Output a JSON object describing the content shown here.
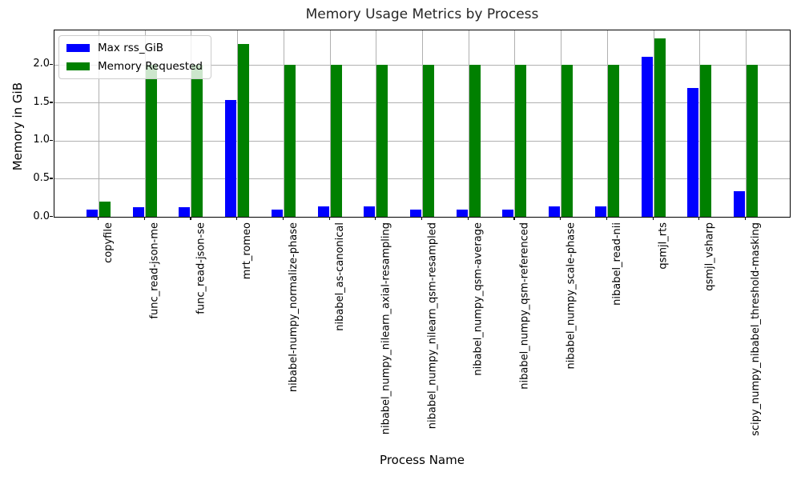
{
  "chart_data": {
    "type": "bar",
    "title": "Memory Usage Metrics by Process",
    "xlabel": "Process Name",
    "ylabel": "Memory in GiB",
    "ylim": [
      0,
      2.45
    ],
    "yticks": [
      "0.0",
      "0.5",
      "1.0",
      "1.5",
      "2.0"
    ],
    "grid": true,
    "legend_position": "upper left",
    "categories": [
      "copyfile",
      "func_read-json-me",
      "func_read-json-se",
      "mrt_romeo",
      "nibabel-numpy_normalize-phase",
      "nibabel_as-canonical",
      "nibabel_numpy_nilearn_axial-resampling",
      "nibabel_numpy_nilearn_qsm-resampled",
      "nibabel_numpy_qsm-average",
      "nibabel_numpy_qsm-referenced",
      "nibabel_numpy_scale-phase",
      "nibabel_read-nii",
      "qsmjl_rts",
      "qsmjl_vsharp",
      "scipy_numpy_nibabel_threshold-masking"
    ],
    "series": [
      {
        "name": "Max rss_GiB",
        "color": "#0000ff",
        "values": [
          0.1,
          0.13,
          0.13,
          1.54,
          0.1,
          0.14,
          0.14,
          0.1,
          0.1,
          0.1,
          0.14,
          0.14,
          2.1,
          1.69,
          0.34
        ]
      },
      {
        "name": "Memory Requested",
        "color": "#008000",
        "values": [
          0.2,
          2.0,
          2.0,
          2.27,
          2.0,
          2.0,
          2.0,
          2.0,
          2.0,
          2.0,
          2.0,
          2.0,
          2.35,
          2.0,
          2.0
        ]
      }
    ]
  }
}
